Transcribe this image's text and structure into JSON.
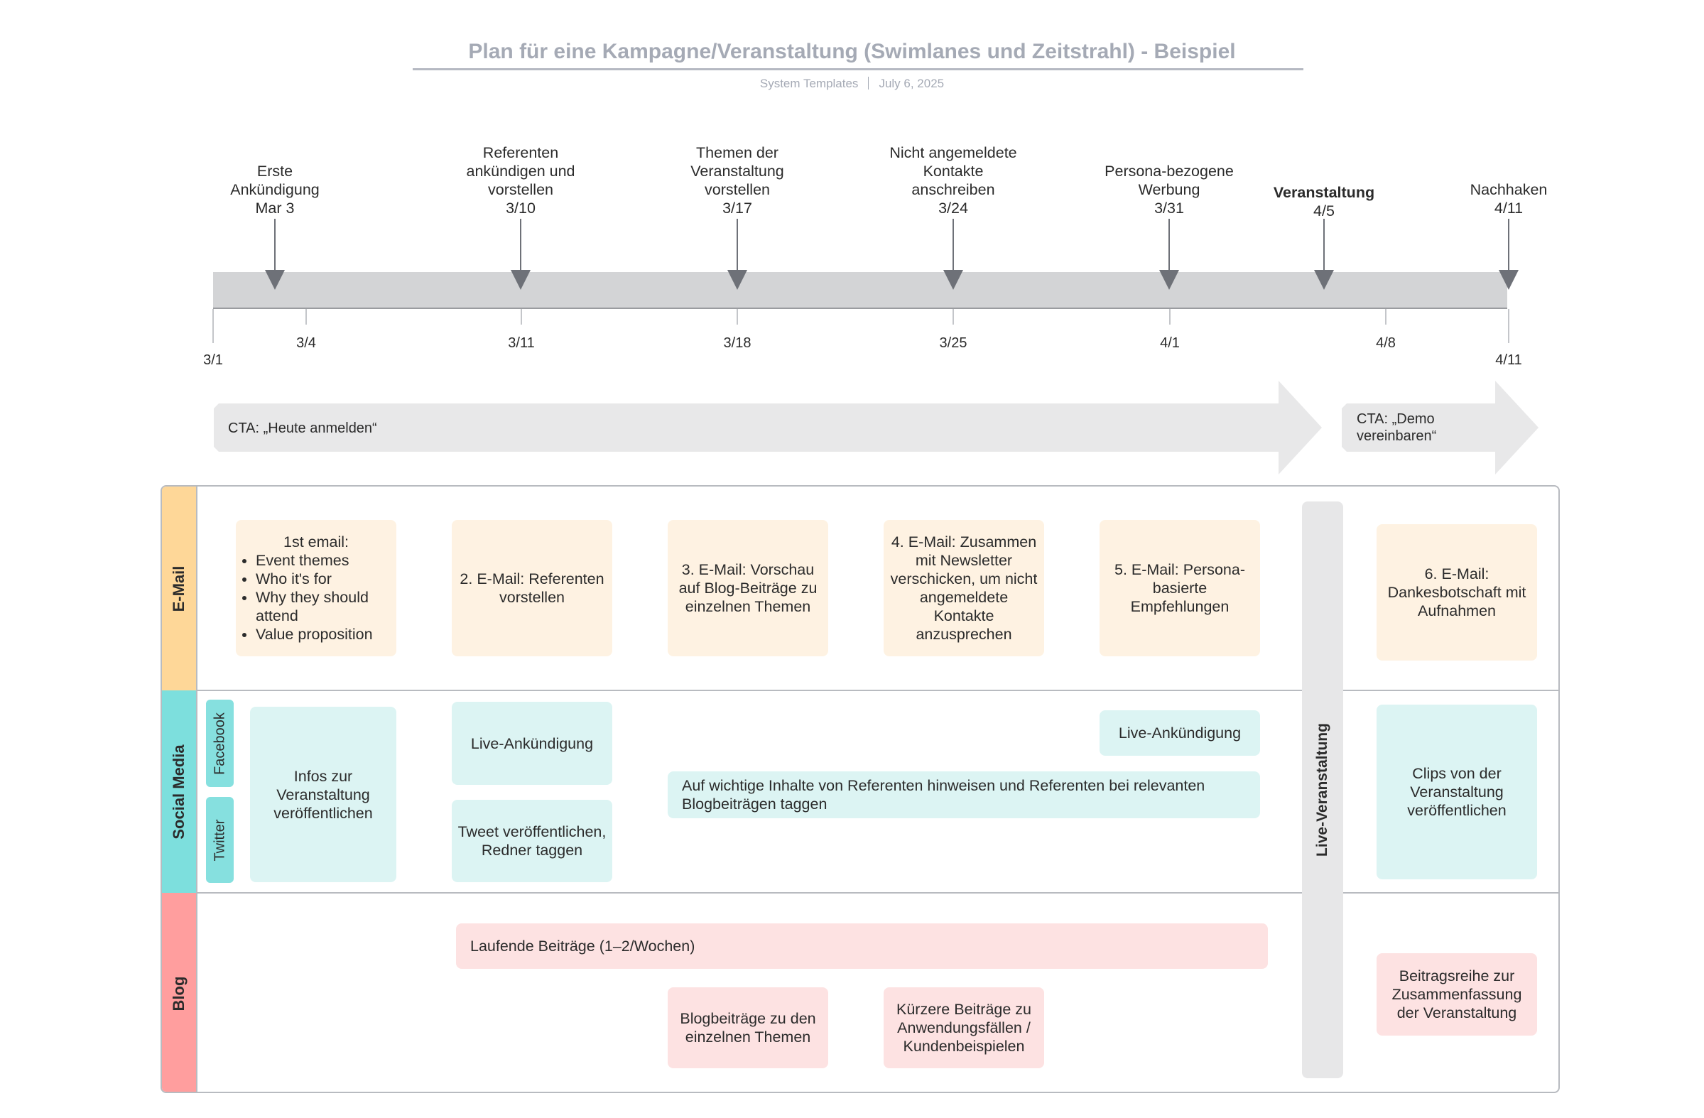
{
  "header": {
    "title": "Plan für eine Kampagne/Veranstaltung (Swimlanes und Zeitstrahl) - Beispiel",
    "source": "System Templates",
    "date": "July 6, 2025"
  },
  "timeline": {
    "milestones": [
      {
        "label": "Erste Ankündigung",
        "date": "Mar 3"
      },
      {
        "label": "Referenten ankündigen und vorstellen",
        "date": "3/10"
      },
      {
        "label": "Themen der Veranstaltung vorstellen",
        "date": "3/17"
      },
      {
        "label": "Nicht angemeldete Kontakte anschreiben",
        "date": "3/24"
      },
      {
        "label": "Persona-bezogene Werbung",
        "date": "3/31"
      },
      {
        "label": "Veranstaltung",
        "date": "4/5"
      },
      {
        "label": "Nachhaken",
        "date": "4/11"
      }
    ],
    "ticks": [
      "3/1",
      "3/4",
      "3/11",
      "3/18",
      "3/25",
      "4/1",
      "4/8",
      "4/11"
    ]
  },
  "cta": {
    "first": "CTA: „Heute anmelden“",
    "second": "CTA: „Demo vereinbaren“"
  },
  "lanes": {
    "email": {
      "name": "E-Mail",
      "card1_title": "1st email:",
      "card1_items": [
        "Event themes",
        "Who it's for",
        "Why they should attend",
        "Value proposition"
      ],
      "card2": "2. E-Mail: Referenten vorstellen",
      "card3": "3. E-Mail: Vorschau auf Blog-Beiträge zu einzelnen Themen",
      "card4": "4. E-Mail: Zusammen mit Newsletter verschicken, um nicht angemeldete Kontakte anzusprechen",
      "card5": "5. E-Mail: Persona-basierte Empfehlungen",
      "card6": "6. E-Mail: Dankesbotschaft mit Aufnahmen"
    },
    "social": {
      "name": "Social Media",
      "facebook": "Facebook",
      "twitter": "Twitter",
      "info": "Infos zur Veranstaltung veröffentlichen",
      "live1": "Live-Ankündigung",
      "tweet": "Tweet veröffentlichen, Redner taggen",
      "live2": "Live-Ankündigung",
      "highlight": "Auf wichtige Inhalte von Referenten hinweisen und Referenten bei relevanten Blogbeiträgen taggen",
      "clips": "Clips von der Veranstaltung veröffentlichen"
    },
    "blog": {
      "name": "Blog",
      "ongoing": "Laufende Beiträge (1–2/Wochen)",
      "themes": "Blogbeiträge zu den einzelnen Themen",
      "shorter": "Kürzere Beiträge zu Anwendungsfällen / Kundenbeispielen",
      "recap": "Beitragsreihe zur Zusammenfassung der Veranstaltung"
    }
  },
  "live_event": "Live-Veranstaltung",
  "colors": {
    "email_head": "#fed798",
    "social_head": "#7ddfdd",
    "blog_head": "#ff9e9e",
    "marker": "#6e7178"
  }
}
